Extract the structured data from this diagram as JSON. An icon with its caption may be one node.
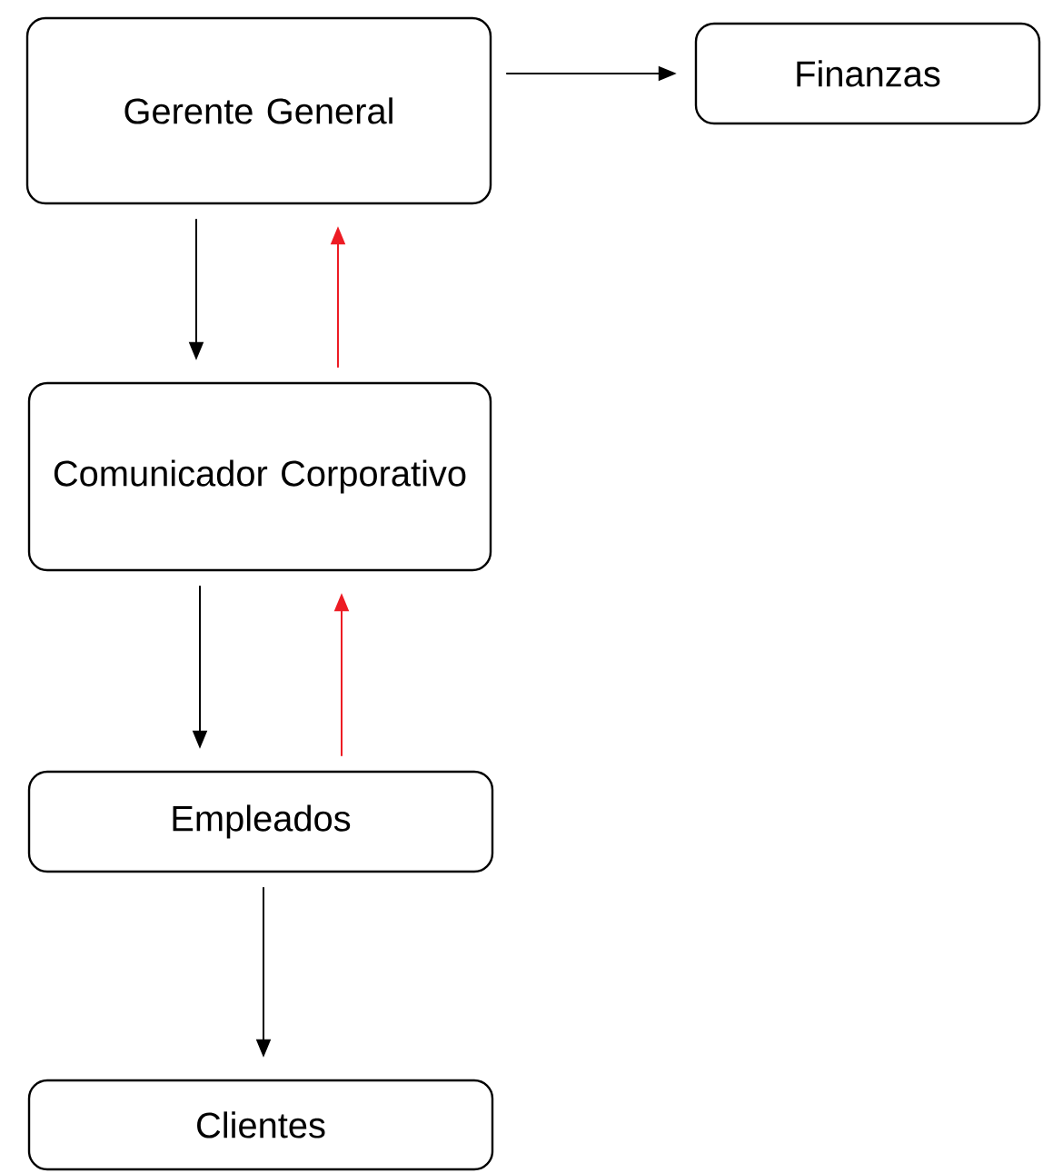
{
  "diagram": {
    "nodes": [
      {
        "text": [
          "Gerente General"
        ]
      },
      {
        "text": [
          "Finanzas"
        ]
      },
      {
        "text": [
          "Comunicador Corporativo"
        ]
      },
      {
        "text": [
          "Empleados"
        ]
      },
      {
        "text": [
          "Clientes"
        ]
      }
    ],
    "edges": [
      {
        "from": 0,
        "to": 1,
        "arrow": "to"
      },
      {
        "from": 0,
        "to": 2,
        "arrow": "to"
      },
      {
        "from": 2,
        "to": 0,
        "arrow": "to",
        "color": "#ed1c24"
      },
      {
        "from": 2,
        "to": 3,
        "arrow": "to"
      },
      {
        "from": 3,
        "to": 2,
        "arrow": "to",
        "color": "#ed1c24"
      },
      {
        "from": 3,
        "to": 4,
        "arrow": "to"
      }
    ]
  }
}
